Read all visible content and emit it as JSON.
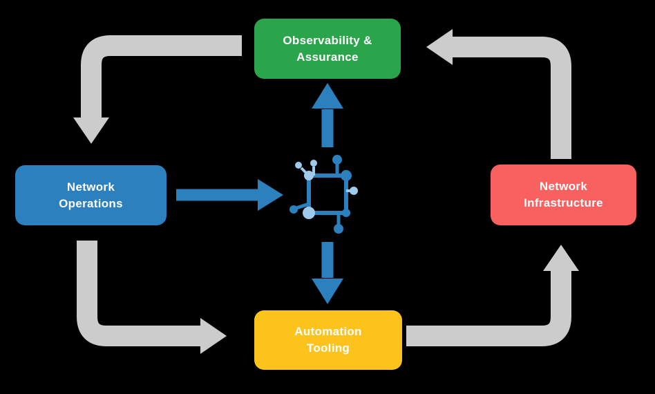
{
  "diagram": {
    "background": "#000000",
    "nodes": {
      "observability": {
        "label": "Observability &\nAssurance",
        "color": "#2aa54c"
      },
      "network_operations": {
        "label": "Network\nOperations",
        "color": "#2b80bd"
      },
      "network_infrastructure": {
        "label": "Network\nInfrastructure",
        "color": "#f96161"
      },
      "automation_tooling": {
        "label": "Automation\nTooling",
        "color": "#fcc31d"
      }
    },
    "center_icon": "network-nodes-icon",
    "arrow_colors": {
      "cycle_arrows": "#cccccc",
      "flow_arrows": "#2b80bd"
    }
  }
}
